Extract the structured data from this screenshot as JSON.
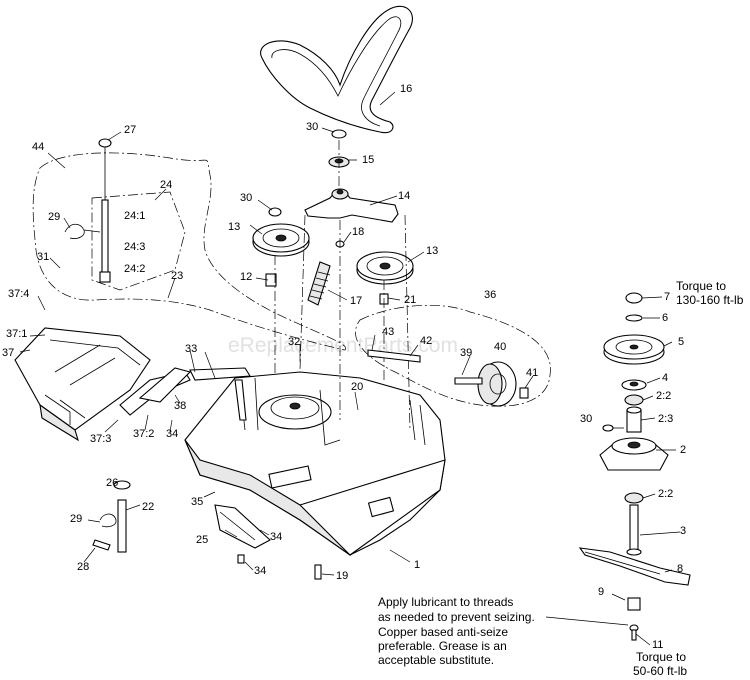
{
  "watermark": "eReplacementParts.com",
  "callouts": {
    "c1": "1",
    "c2": "2",
    "c2_2a": "2:2",
    "c2_2b": "2:2",
    "c2_3": "2:3",
    "c3": "3",
    "c4": "4",
    "c5": "5",
    "c6": "6",
    "c7": "7",
    "c8": "8",
    "c9": "9",
    "c11": "11",
    "c12": "12",
    "c13a": "13",
    "c13b": "13",
    "c14": "14",
    "c15": "15",
    "c16": "16",
    "c17": "17",
    "c18": "18",
    "c19": "19",
    "c20": "20",
    "c21": "21",
    "c22": "22",
    "c23": "23",
    "c24": "24",
    "c24_1": "24:1",
    "c24_2": "24:2",
    "c24_3": "24:3",
    "c25": "25",
    "c26": "26",
    "c27": "27",
    "c28": "28",
    "c29a": "29",
    "c29b": "29",
    "c30a": "30",
    "c30b": "30",
    "c30c": "30",
    "c31": "31",
    "c32": "32",
    "c33": "33",
    "c34a": "34",
    "c34b": "34",
    "c34c": "34",
    "c35": "35",
    "c36": "36",
    "c37": "37",
    "c37_1": "37:1",
    "c37_2": "37:2",
    "c37_3": "37:3",
    "c37_4": "37:4",
    "c38": "38",
    "c39": "39",
    "c40": "40",
    "c41": "41",
    "c42": "42",
    "c43": "43",
    "c44": "44"
  },
  "notes": {
    "torque_top_line1": "Torque to",
    "torque_top_line2": "130-160 ft-lb",
    "torque_bottom_line1": "Torque to",
    "torque_bottom_line2": "50-60 ft-lb",
    "lube_line1": "Apply lubricant to threads",
    "lube_line2": "as needed to prevent seizing.",
    "lube_line3": "Copper based anti-seize",
    "lube_line4": "preferable. Grease is an",
    "lube_line5": "acceptable substitute."
  }
}
